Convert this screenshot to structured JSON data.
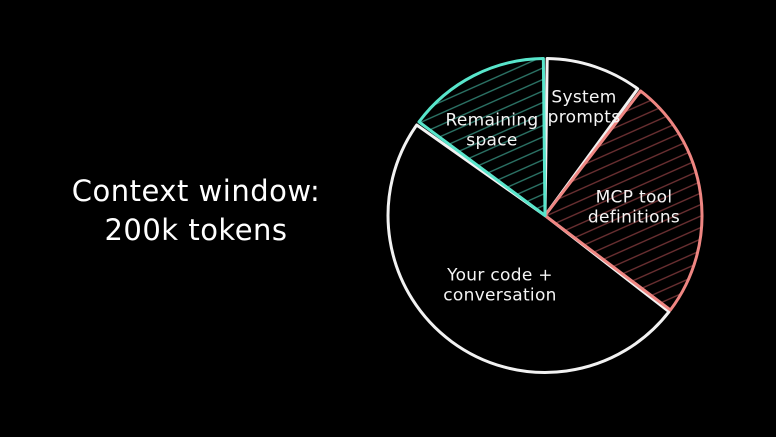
{
  "background_color": "#000000",
  "text_color": "#ffffff",
  "title": {
    "text": "Context window:\n200k tokens"
  },
  "chart_data": {
    "type": "pie",
    "title": "Context window: 200k tokens",
    "legend": "none",
    "grid": false,
    "total_label": "200k tokens",
    "slices": [
      {
        "label": "System\nprompts",
        "name": "System prompts",
        "value_pct": 10,
        "start_deg": 0,
        "end_deg": 37,
        "color": "#f2f2f2",
        "hatch_color": null
      },
      {
        "label": "MCP tool\ndefinitions",
        "name": "MCP tool definitions",
        "value_pct": 25,
        "start_deg": 37,
        "end_deg": 127,
        "color": "#ef8682",
        "hatch_color": "#703234"
      },
      {
        "label": "Your code +\nconversation",
        "name": "Your code + conversation",
        "value_pct": 50,
        "start_deg": 127,
        "end_deg": 306,
        "color": "#f2f2f2",
        "hatch_color": null
      },
      {
        "label": "Remaining\nspace",
        "name": "Remaining space",
        "value_pct": 15,
        "start_deg": 306,
        "end_deg": 360,
        "color": "#58e5cb",
        "hatch_color": "#2e7a6c"
      }
    ]
  }
}
